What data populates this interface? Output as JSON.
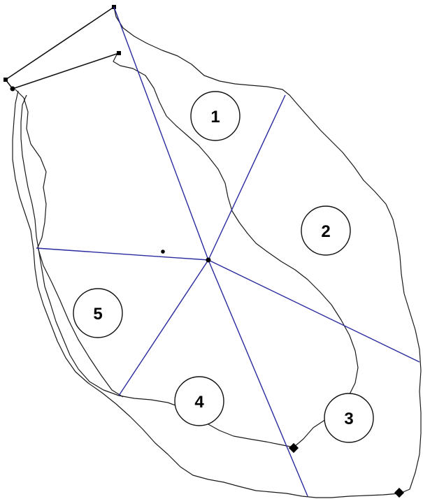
{
  "diagram": {
    "labels": [
      {
        "id": "sector-1",
        "text": "1"
      },
      {
        "id": "sector-2",
        "text": "2"
      },
      {
        "id": "sector-3",
        "text": "3"
      },
      {
        "id": "sector-4",
        "text": "4"
      },
      {
        "id": "sector-5",
        "text": "5"
      }
    ],
    "colors": {
      "outline": "#1a1a1a",
      "sector_lines": "#2a2aa0",
      "background": "#ffffff"
    }
  }
}
